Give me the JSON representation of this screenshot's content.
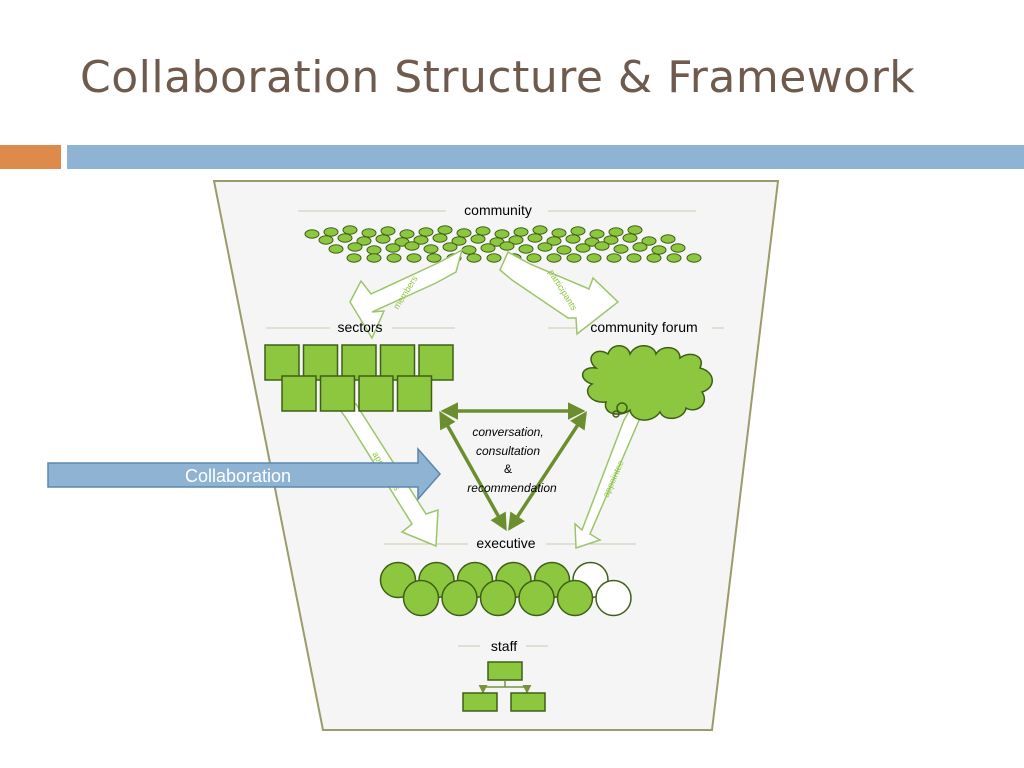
{
  "slide": {
    "title": "Collaboration Structure & Framework"
  },
  "diagram": {
    "levels": {
      "community": "community",
      "sectors": "sectors",
      "community_forum": "community forum",
      "executive": "executive",
      "staff": "staff"
    },
    "arrows": {
      "members": "members",
      "participants": "participants",
      "appointees": "appointees",
      "appointee": "appointee"
    },
    "center": {
      "line1": "conversation,",
      "line2": "consultation",
      "line3": "&",
      "line4": "recommendation"
    },
    "callout": {
      "label": "Collaboration"
    },
    "colors": {
      "title": "#6f5a4e",
      "accent_orange": "#dd8a4a",
      "accent_blue": "#8fb4d3",
      "node_green": "#8dc63f",
      "arrow_green": "#77933c",
      "outline": "#9b9b6b",
      "callout_fill": "#8fb4d3"
    },
    "executive_members": {
      "filled": 10,
      "vacant": 2
    },
    "sector_count": 9
  }
}
